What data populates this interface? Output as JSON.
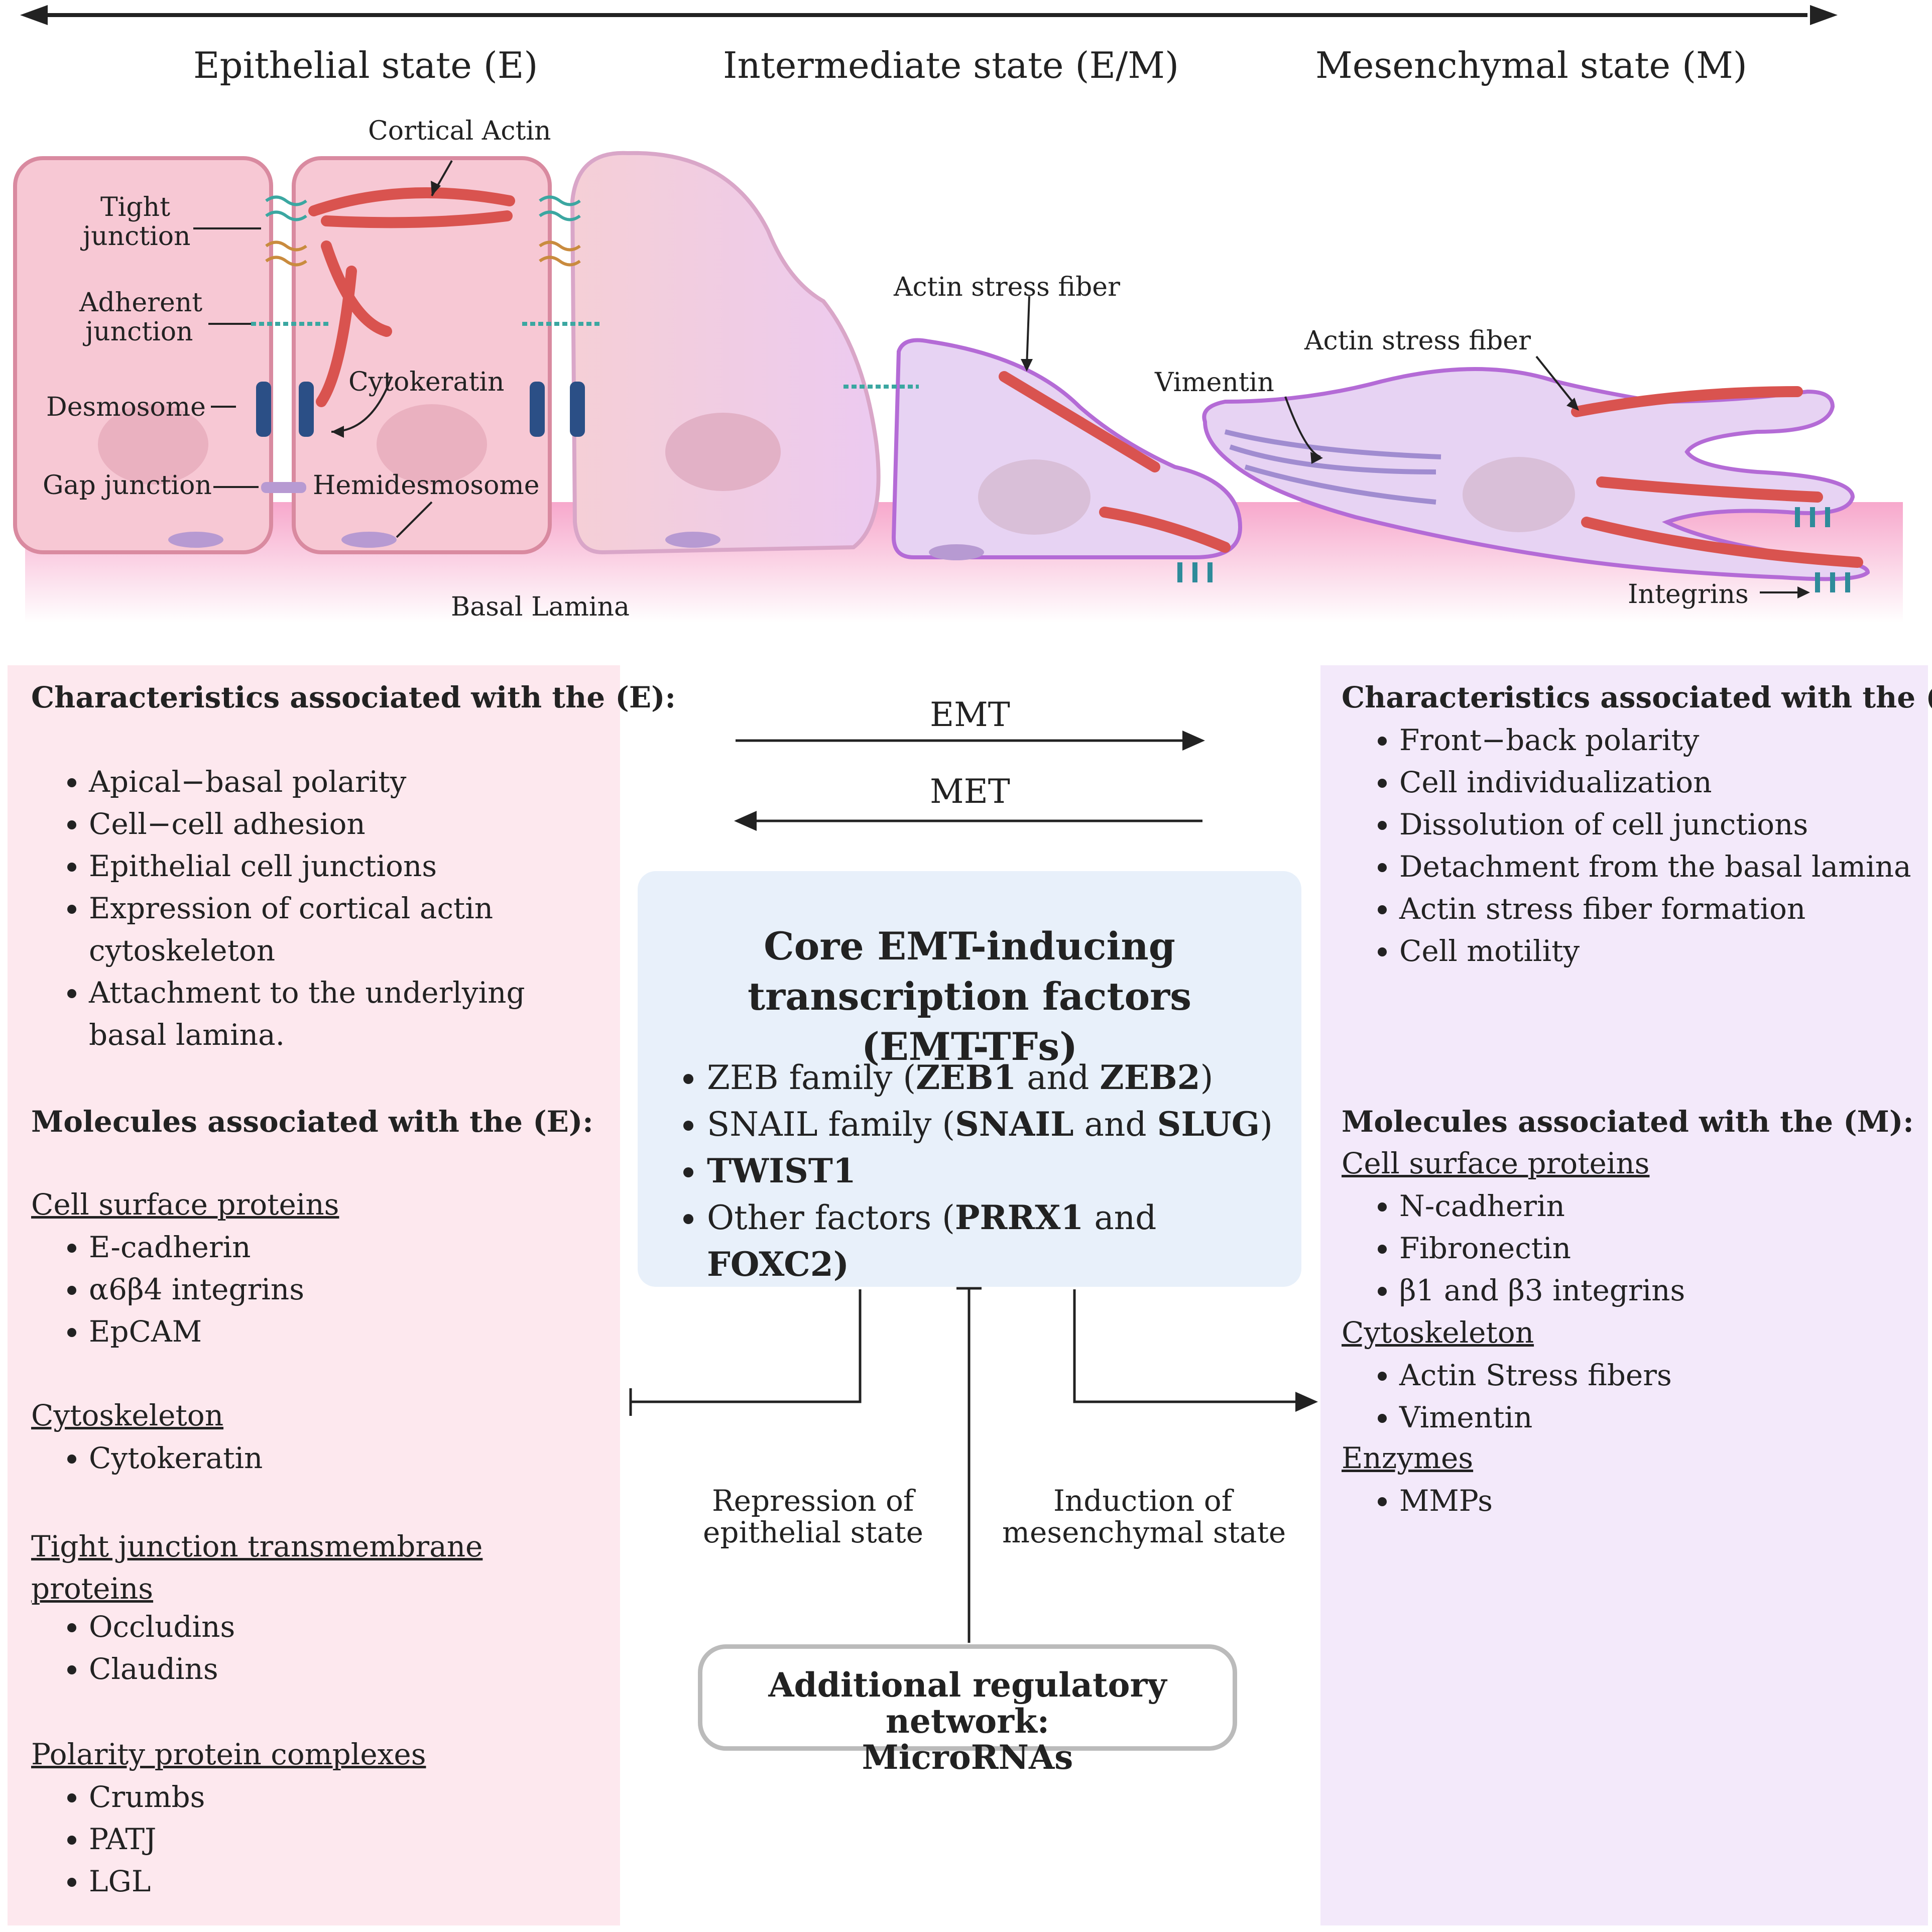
{
  "states": {
    "epithelial": "Epithelial state (E)",
    "intermediate": "Intermediate state (E/M)",
    "mesenchymal": "Mesenchymal state (M)"
  },
  "cell_labels": {
    "cortical_actin": "Cortical Actin",
    "tight_junction_1": "Tight",
    "tight_junction_2": "junction",
    "adherent_junction_1": "Adherent",
    "adherent_junction_2": "junction",
    "desmosome": "Desmosome",
    "cytokeratin": "Cytokeratin",
    "gap_junction": "Gap junction",
    "hemidesmosome": "Hemidesmosome",
    "basal_lamina": "Basal Lamina",
    "actin_stress_fiber_1": "Actin stress fiber",
    "actin_stress_fiber_2": "Actin stress fiber",
    "vimentin": "Vimentin",
    "integrins": "Integrins"
  },
  "left_panel": {
    "char_title": "Characteristics associated with the (E):",
    "characteristics": [
      "Apical−basal polarity",
      "Cell−cell adhesion",
      "Epithelial cell junctions",
      "Expression of cortical actin cytoskeleton",
      "Attachment to the underlying basal lamina."
    ],
    "mol_title": "Molecules associated with the (E):",
    "groups": [
      {
        "heading": "Cell surface proteins",
        "items": [
          "E-cadherin",
          "α6β4 integrins",
          "EpCAM"
        ]
      },
      {
        "heading": "Cytoskeleton",
        "items": [
          "Cytokeratin"
        ]
      },
      {
        "heading": "Tight junction transmembrane proteins",
        "items": [
          "Occludins",
          "Claudins"
        ]
      },
      {
        "heading": "Polarity protein complexes",
        "items": [
          "Crumbs",
          "PATJ",
          "LGL"
        ]
      }
    ]
  },
  "right_panel": {
    "char_title": "Characteristics associated with the (M):",
    "characteristics": [
      "Front−back polarity",
      "Cell individualization",
      "Dissolution of cell junctions",
      "Detachment from the basal lamina",
      "Actin stress fiber formation",
      "Cell motility"
    ],
    "mol_title": "Molecules associated with the (M):",
    "groups": [
      {
        "heading": "Cell surface proteins",
        "items": [
          "N-cadherin",
          "Fibronectin",
          "β1 and β3 integrins"
        ]
      },
      {
        "heading": "Cytoskeleton",
        "items": [
          "Actin Stress fibers",
          "Vimentin"
        ]
      },
      {
        "heading": "Enzymes",
        "items": [
          "MMPs"
        ]
      }
    ]
  },
  "center": {
    "emt": "EMT",
    "met": "MET",
    "core_title": "Core EMT-inducing transcription factors (EMT-TFs)",
    "tf_items": [
      {
        "pre": "ZEB family (",
        "b1": "ZEB1",
        "mid": " and ",
        "b2": "ZEB2",
        "post": ")"
      },
      {
        "pre": "SNAIL family (",
        "b1": "SNAIL",
        "mid": " and ",
        "b2": "SLUG",
        "post": ")"
      },
      {
        "pre": "",
        "b1": "TWIST1",
        "mid": "",
        "b2": "",
        "post": ""
      },
      {
        "pre": "Other factors (",
        "b1": "PRRX1",
        "mid": " and ",
        "b2": "FOXC2)",
        "post": ""
      }
    ],
    "repression_1": "Repression of",
    "repression_2": "epithelial state",
    "induction_1": "Induction of",
    "induction_2": "mesenchymal state",
    "microrna_1": "Additional regulatory network:",
    "microrna_2": "MicroRNAs"
  },
  "colors": {
    "epithelial_panel": "#fde8ee",
    "mesenchymal_panel": "#f3e9fa",
    "core_box": "#e8f0fa",
    "cell_pink": "#f7c8d4",
    "cell_purple": "#e7d3f3",
    "actin": "#d9534f"
  }
}
